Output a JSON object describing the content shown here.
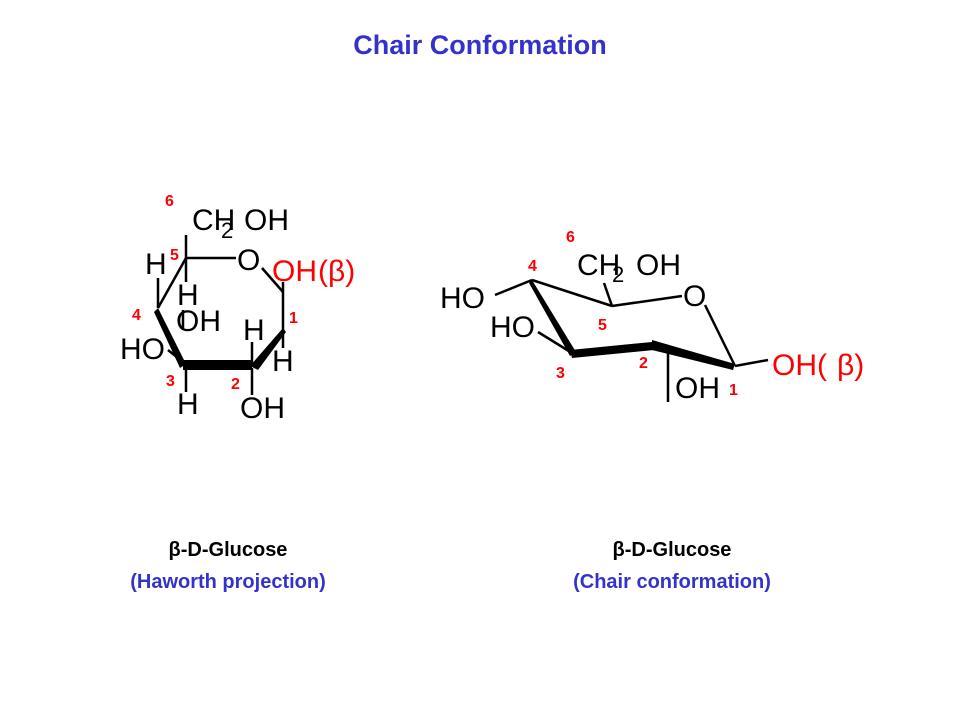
{
  "title": "Chair Conformation",
  "haworth": {
    "ch2": "CH",
    "sub2": "2",
    "oh_top": "OH",
    "ring_o": "O",
    "anomeric_oh": "OH",
    "anomeric_beta": "(β)",
    "h5": "H",
    "h4": "H",
    "oh4": "OH",
    "h1": "H",
    "h1b": "H",
    "ho3": "HO",
    "h3": "H",
    "oh2": "OH",
    "n6": "6",
    "n5": "5",
    "n4": "4",
    "n3": "3",
    "n2": "2",
    "n1": "1"
  },
  "chair": {
    "ch2": "CH",
    "sub2": "2",
    "oh_top": "OH",
    "ring_o": "O",
    "ho4": "HO",
    "ho3": "HO",
    "oh2": "OH",
    "anomeric_oh": "OH(",
    "anomeric_beta": "β)",
    "n6": "6",
    "n5": "5",
    "n4": "4",
    "n3": "3",
    "n2": "2",
    "n1": "1"
  },
  "captions": {
    "left_line1": "β-D-Glucose",
    "left_line2": "(Haworth projection)",
    "right_line1": "β-D-Glucose",
    "right_line2": "(Chair conformation)"
  }
}
